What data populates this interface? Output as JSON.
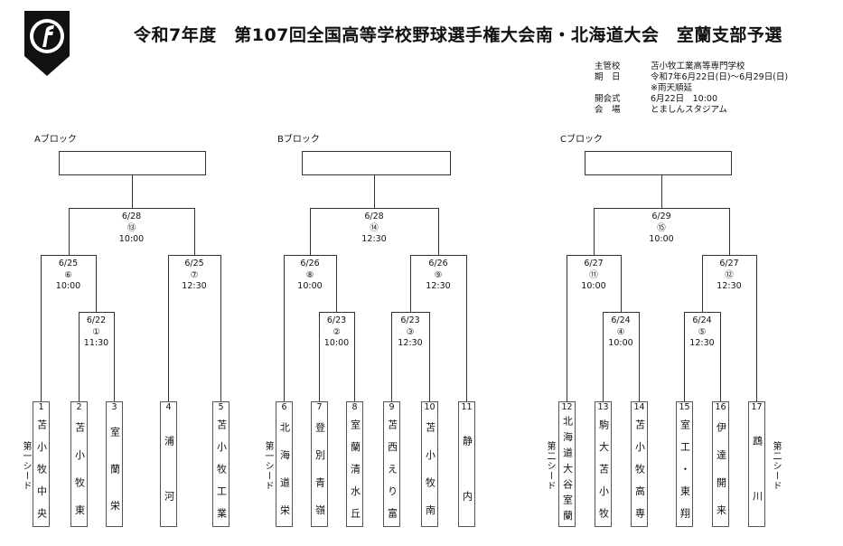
{
  "title": "令和7年度　第107回全国高等学校野球選手権大会南・北海道大会　室蘭支部予選",
  "info": [
    {
      "k": "主管校",
      "v": "苫小牧工業高等専門学校"
    },
    {
      "k": "期　日",
      "v": "令和7年6月22日(日)～6月29日(日)"
    },
    {
      "k": "",
      "v": "※雨天順延"
    },
    {
      "k": "開会式",
      "v": "6月22日　10:00"
    },
    {
      "k": "会　場",
      "v": "とましんスタジアム"
    }
  ],
  "blocks": [
    "Aブロック",
    "Bブロック",
    "Cブロック"
  ],
  "matches": [
    {
      "date": "6/22",
      "num": "①",
      "time": "11:30"
    },
    {
      "date": "6/23",
      "num": "②",
      "time": "10:00"
    },
    {
      "date": "6/23",
      "num": "③",
      "time": "12:30"
    },
    {
      "date": "6/24",
      "num": "④",
      "time": "10:00"
    },
    {
      "date": "6/24",
      "num": "⑤",
      "time": "12:30"
    },
    {
      "date": "6/25",
      "num": "⑥",
      "time": "10:00"
    },
    {
      "date": "6/25",
      "num": "⑦",
      "time": "12:30"
    },
    {
      "date": "6/26",
      "num": "⑧",
      "time": "10:00"
    },
    {
      "date": "6/26",
      "num": "⑨",
      "time": "12:30"
    },
    {
      "date": "6/27",
      "num": "⑪",
      "time": "10:00"
    },
    {
      "date": "6/27",
      "num": "⑫",
      "time": "12:30"
    },
    {
      "date": "6/28",
      "num": "⑬",
      "time": "10:00"
    },
    {
      "date": "6/28",
      "num": "⑭",
      "time": "12:30"
    },
    {
      "date": "6/29",
      "num": "⑮",
      "time": "10:00"
    }
  ],
  "teams": [
    {
      "no": "1",
      "name": "苫小牧中央"
    },
    {
      "no": "2",
      "name": "苫小牧東"
    },
    {
      "no": "3",
      "name": "室蘭栄"
    },
    {
      "no": "4",
      "name": "浦河"
    },
    {
      "no": "5",
      "name": "苫小牧工業"
    },
    {
      "no": "6",
      "name": "北海道栄"
    },
    {
      "no": "7",
      "name": "登別青嶺"
    },
    {
      "no": "8",
      "name": "室蘭清水丘"
    },
    {
      "no": "9",
      "name": "苫西えり富"
    },
    {
      "no": "10",
      "name": "苫小牧南"
    },
    {
      "no": "11",
      "name": "静内"
    },
    {
      "no": "12",
      "name": "北海道大谷室蘭"
    },
    {
      "no": "13",
      "name": "駒大苫小牧"
    },
    {
      "no": "14",
      "name": "苫小牧高専"
    },
    {
      "no": "15",
      "name": "室工・東翔"
    },
    {
      "no": "16",
      "name": "伊達開来"
    },
    {
      "no": "17",
      "name": "鵡川"
    }
  ],
  "seeds": [
    "第一シード",
    "第一シード",
    "第二シード",
    "第二シード"
  ]
}
